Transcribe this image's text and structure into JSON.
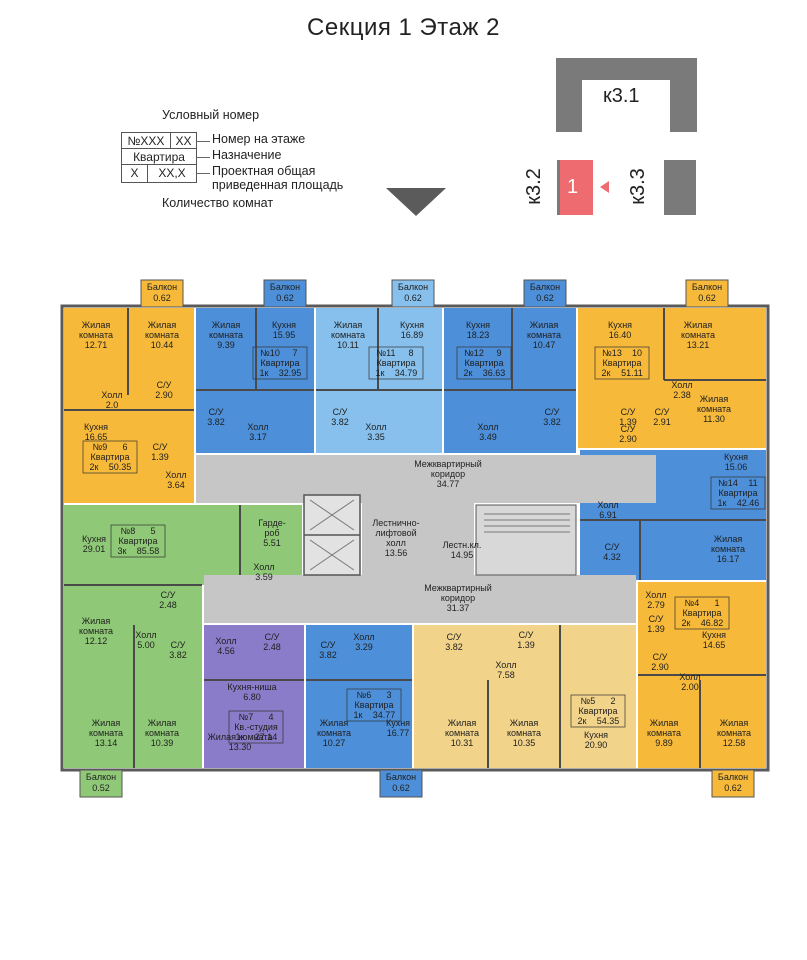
{
  "header": {
    "title": "Секция 1 Этаж 2"
  },
  "legend": {
    "top_label": "Условный номер",
    "box_num": "№XXX",
    "box_floor_num": "XX",
    "box_type": "Квартира",
    "box_rooms": "X",
    "box_area": "XX,X",
    "floor_number_label": "Номер на этаже",
    "purpose_label": "Назначение",
    "area_label_1": "Проектная общая",
    "area_label_2": "приведенная площадь",
    "rooms_label": "Количество комнат"
  },
  "keyplan": {
    "k31": "к3.1",
    "k32": "к3.2",
    "k33": "к3.3",
    "section": "1"
  },
  "colors": {
    "orange": "#f6b93a",
    "blue": "#4d8fd9",
    "light_blue": "#87c0ec",
    "green": "#8fc977",
    "purple": "#8a7cc8",
    "beige": "#f2d38a",
    "corridor": "#c6c6c6",
    "wall": "#5a5a5a"
  },
  "corridors": {
    "upper_name_1": "Межквартирный",
    "upper_name_2": "коридор",
    "upper_area": "34.77",
    "lower_name_1": "Межквартирный",
    "lower_name_2": "коридор",
    "lower_area": "31.37",
    "lift_1": "Лестнично-",
    "lift_2": "лифтовой",
    "lift_3": "холл",
    "lift_area": "13.56",
    "stair": "Лестн.кл.",
    "stair_area": "14.95"
  },
  "balconies": [
    {
      "label": "Балкон",
      "area": "0.62"
    },
    {
      "label": "Балкон",
      "area": "0.62"
    },
    {
      "label": "Балкон",
      "area": "0.62"
    },
    {
      "label": "Балкон",
      "area": "0.62"
    },
    {
      "label": "Балкон",
      "area": "0.62"
    },
    {
      "label": "Балкон",
      "area": "0.52"
    },
    {
      "label": "Балкон",
      "area": "0.62"
    },
    {
      "label": "Балкон",
      "area": "0.62"
    }
  ],
  "apartments": [
    {
      "num": "№9",
      "floor_num": "6",
      "type": "Квартира",
      "rooms": "2к",
      "area": "50.35"
    },
    {
      "num": "№10",
      "floor_num": "7",
      "type": "Квартира",
      "rooms": "1к",
      "area": "32.95"
    },
    {
      "num": "№11",
      "floor_num": "8",
      "type": "Квартира",
      "rooms": "1к",
      "area": "34.79"
    },
    {
      "num": "№12",
      "floor_num": "9",
      "type": "Квартира",
      "rooms": "2к",
      "area": "36.63"
    },
    {
      "num": "№13",
      "floor_num": "10",
      "type": "Квартира",
      "rooms": "2к",
      "area": "51.11"
    },
    {
      "num": "№14",
      "floor_num": "11",
      "type": "Квартира",
      "rooms": "1к",
      "area": "42.46"
    },
    {
      "num": "№8",
      "floor_num": "5",
      "type": "Квартира",
      "rooms": "3к",
      "area": "85.58"
    },
    {
      "num": "№7",
      "floor_num": "4",
      "type": "Кв.-студия",
      "rooms": "1к",
      "area": "27.14"
    },
    {
      "num": "№6",
      "floor_num": "3",
      "type": "Квартира",
      "rooms": "1к",
      "area": "34.77"
    },
    {
      "num": "№5",
      "floor_num": "2",
      "type": "Квартира",
      "rooms": "2к",
      "area": "54.35"
    },
    {
      "num": "№4",
      "floor_num": "1",
      "type": "Квартира",
      "rooms": "2к",
      "area": "46.82"
    }
  ],
  "rooms": [
    {
      "name": [
        "Жилая",
        "комната"
      ],
      "area": "12.71"
    },
    {
      "name": [
        "Жилая",
        "комната"
      ],
      "area": "10.44"
    },
    {
      "name": [
        "Холл"
      ],
      "area": "2.0"
    },
    {
      "name": [
        "С/У"
      ],
      "area": "2.90"
    },
    {
      "name": [
        "Кухня"
      ],
      "area": "16.65"
    },
    {
      "name": [
        "С/У"
      ],
      "area": "1.39"
    },
    {
      "name": [
        "Холл"
      ],
      "area": "3.64"
    },
    {
      "name": [
        "Жилая",
        "комната"
      ],
      "area": "9.39"
    },
    {
      "name": [
        "Кухня"
      ],
      "area": "15.95"
    },
    {
      "name": [
        "С/У"
      ],
      "area": "3.82"
    },
    {
      "name": [
        "Холл"
      ],
      "area": "3.17"
    },
    {
      "name": [
        "Жилая",
        "комната"
      ],
      "area": "10.11"
    },
    {
      "name": [
        "Кухня"
      ],
      "area": "16.89"
    },
    {
      "name": [
        "С/У"
      ],
      "area": "3.82"
    },
    {
      "name": [
        "Холл"
      ],
      "area": "3.35"
    },
    {
      "name": [
        "Кухня"
      ],
      "area": "18.23"
    },
    {
      "name": [
        "Жилая",
        "комната"
      ],
      "area": "10.47"
    },
    {
      "name": [
        "Холл"
      ],
      "area": "3.49"
    },
    {
      "name": [
        "С/У"
      ],
      "area": "3.82"
    },
    {
      "name": [
        "Кухня"
      ],
      "area": "16.40"
    },
    {
      "name": [
        "Жилая",
        "комната"
      ],
      "area": "13.21"
    },
    {
      "name": [
        "Холл"
      ],
      "area": "2.38"
    },
    {
      "name": [
        "С/У"
      ],
      "area": "1.39"
    },
    {
      "name": [
        "С/У"
      ],
      "area": "2.91"
    },
    {
      "name": [
        "С/У"
      ],
      "area": "2.90"
    },
    {
      "name": [
        "Жилая",
        "комната"
      ],
      "area": "11.30"
    },
    {
      "name": [
        "Кухня"
      ],
      "area": "15.06"
    },
    {
      "name": [
        "Холл"
      ],
      "area": "6.91"
    },
    {
      "name": [
        "С/У"
      ],
      "area": "4.32"
    },
    {
      "name": [
        "Жилая",
        "комната"
      ],
      "area": "16.17"
    },
    {
      "name": [
        "Кухня"
      ],
      "area": "29.01"
    },
    {
      "name": [
        "Гарде-",
        "роб"
      ],
      "area": "5.51"
    },
    {
      "name": [
        "Холл"
      ],
      "area": "3.59"
    },
    {
      "name": [
        "С/У"
      ],
      "area": "2.48"
    },
    {
      "name": [
        "Жилая",
        "комната"
      ],
      "area": "12.12"
    },
    {
      "name": [
        "Холл"
      ],
      "area": "5.00"
    },
    {
      "name": [
        "С/У"
      ],
      "area": "3.82"
    },
    {
      "name": [
        "Жилая",
        "комната"
      ],
      "area": "13.14"
    },
    {
      "name": [
        "Жилая",
        "комната"
      ],
      "area": "10.39"
    },
    {
      "name": [
        "Холл"
      ],
      "area": "4.56"
    },
    {
      "name": [
        "С/У"
      ],
      "area": "2.48"
    },
    {
      "name": [
        "Кухня-ниша"
      ],
      "area": "6.80"
    },
    {
      "name": [
        "Жилая комната"
      ],
      "area": "13.30"
    },
    {
      "name": [
        "С/У"
      ],
      "area": "3.82"
    },
    {
      "name": [
        "Холл"
      ],
      "area": "3.29"
    },
    {
      "name": [
        "Жилая",
        "комната"
      ],
      "area": "10.27"
    },
    {
      "name": [
        "Кухня"
      ],
      "area": "16.77"
    },
    {
      "name": [
        "С/У"
      ],
      "area": "3.82"
    },
    {
      "name": [
        "С/У"
      ],
      "area": "1.39"
    },
    {
      "name": [
        "Холл"
      ],
      "area": "7.58"
    },
    {
      "name": [
        "Жилая",
        "комната"
      ],
      "area": "10.31"
    },
    {
      "name": [
        "Жилая",
        "комната"
      ],
      "area": "10.35"
    },
    {
      "name": [
        "Кухня"
      ],
      "area": "20.90"
    },
    {
      "name": [
        "Холл"
      ],
      "area": "2.79"
    },
    {
      "name": [
        "С/У"
      ],
      "area": "1.39"
    },
    {
      "name": [
        "Кухня"
      ],
      "area": "14.65"
    },
    {
      "name": [
        "С/У"
      ],
      "area": "2.90"
    },
    {
      "name": [
        "Холл"
      ],
      "area": "2.00"
    },
    {
      "name": [
        "Жилая",
        "комната"
      ],
      "area": "9.89"
    },
    {
      "name": [
        "Жилая",
        "комната"
      ],
      "area": "12.58"
    }
  ]
}
